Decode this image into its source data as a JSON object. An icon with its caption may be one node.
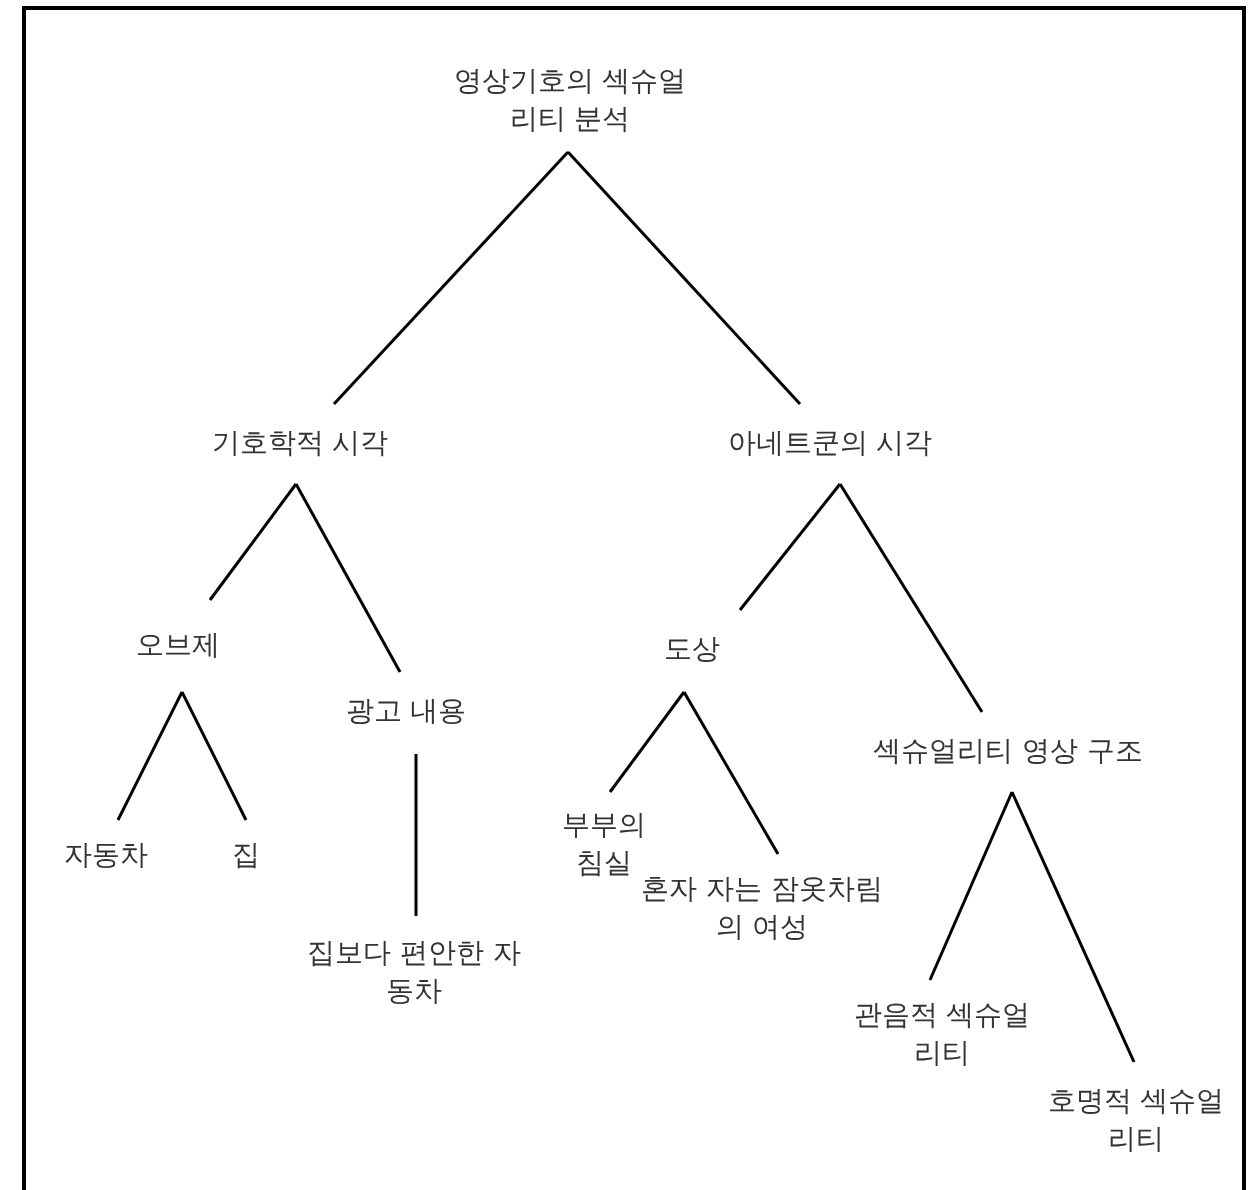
{
  "diagram": {
    "nodes": [
      {
        "text": [
          "영상기호의 섹슈얼리티 분석"
        ]
      },
      {
        "text": [
          "기호학적 시각"
        ]
      },
      {
        "text": [
          "아네트쿤의 시각"
        ]
      },
      {
        "text": [
          "오브제"
        ]
      },
      {
        "text": [
          "광고 내용"
        ]
      },
      {
        "text": [
          "자동차"
        ]
      },
      {
        "text": [
          "집"
        ]
      },
      {
        "text": [
          "집보다 편안한 자동차"
        ]
      },
      {
        "text": [
          "도상"
        ]
      },
      {
        "text": [
          "섹슈얼리티 영상 구조"
        ]
      },
      {
        "text": [
          "부부의 침실"
        ]
      },
      {
        "text": [
          "혼자 자는 잠옷차림의 여성"
        ]
      },
      {
        "text": [
          "관음적 섹슈얼리티"
        ]
      },
      {
        "text": [
          "호명적 섹슈얼리티"
        ]
      }
    ],
    "edges": [
      {
        "from": 0,
        "to": 1,
        "arrow": "none"
      },
      {
        "from": 0,
        "to": 2,
        "arrow": "none"
      },
      {
        "from": 1,
        "to": 3,
        "arrow": "none"
      },
      {
        "from": 1,
        "to": 4,
        "arrow": "none"
      },
      {
        "from": 2,
        "to": 8,
        "arrow": "none"
      },
      {
        "from": 2,
        "to": 9,
        "arrow": "none"
      },
      {
        "from": 3,
        "to": 5,
        "arrow": "none"
      },
      {
        "from": 3,
        "to": 6,
        "arrow": "none"
      },
      {
        "from": 4,
        "to": 7,
        "arrow": "none"
      },
      {
        "from": 8,
        "to": 10,
        "arrow": "none"
      },
      {
        "from": 8,
        "to": 11,
        "arrow": "none"
      },
      {
        "from": 9,
        "to": 12,
        "arrow": "none"
      },
      {
        "from": 9,
        "to": 13,
        "arrow": "none"
      }
    ]
  }
}
